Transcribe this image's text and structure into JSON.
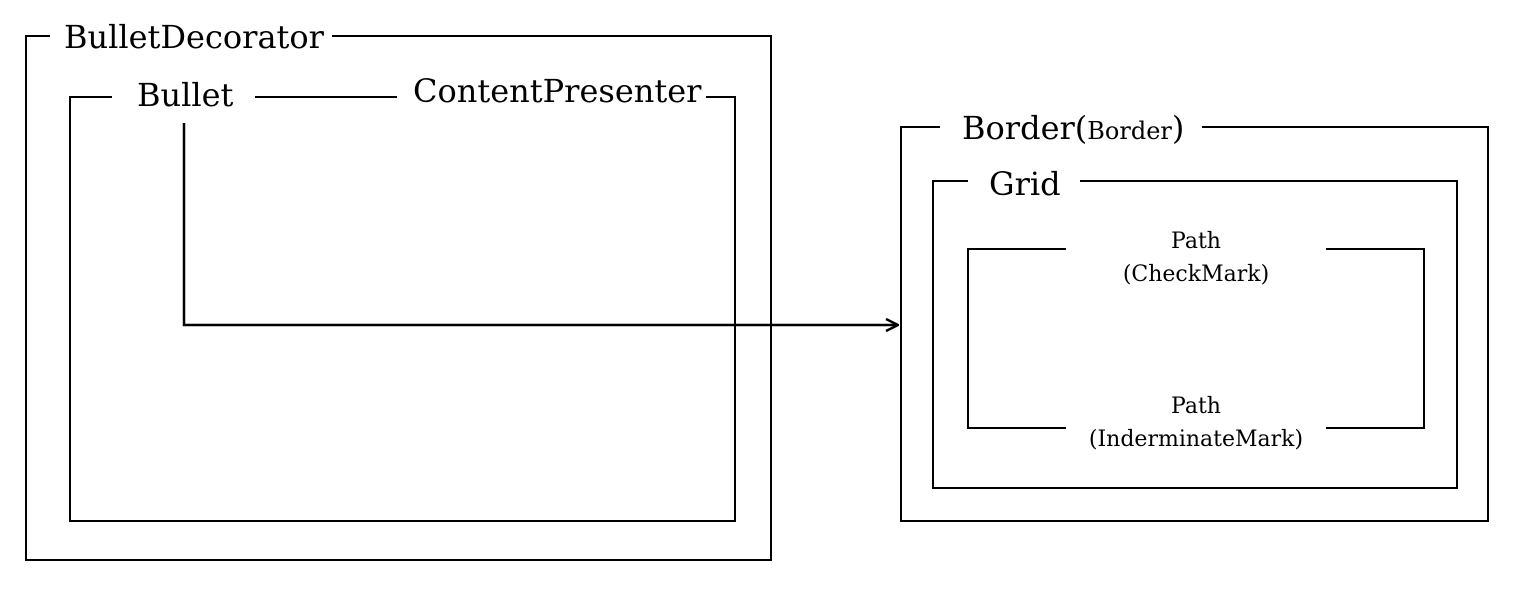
{
  "diagram": {
    "left": {
      "outer_label": "BulletDecorator",
      "inner_label_1": "Bullet",
      "inner_label_2": "ContentPresenter"
    },
    "right": {
      "border_label": "Border(",
      "border_type": "Border",
      "border_close": ")",
      "grid_label": "Grid",
      "path1_line1": "Path",
      "path1_line2": "(CheckMark)",
      "path2_line1": "Path",
      "path2_line2": "(InderminateMark)"
    }
  }
}
